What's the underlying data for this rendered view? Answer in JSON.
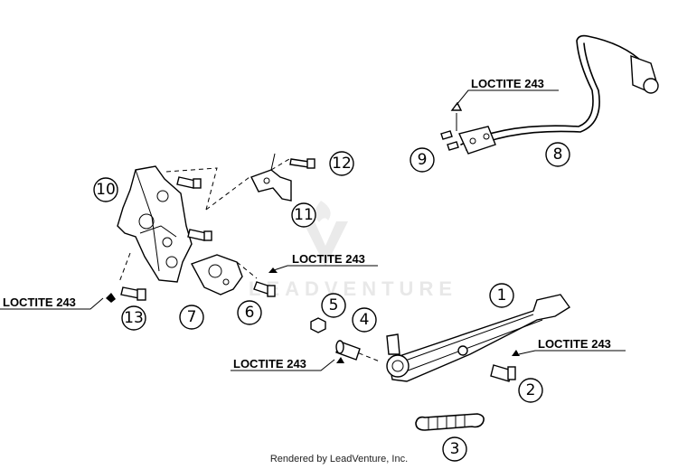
{
  "labels": {
    "loctite_top": "LOCTITE 243",
    "loctite_mid": "LOCTITE 243",
    "loctite_left": "LOCTITE 243",
    "loctite_lower": "LOCTITE 243",
    "loctite_right": "LOCTITE 243"
  },
  "part_numbers": {
    "p1": "1",
    "p2": "2",
    "p3": "3",
    "p4": "4",
    "p5": "5",
    "p6": "6",
    "p7": "7",
    "p8": "8",
    "p9": "9",
    "p10": "10",
    "p11": "11",
    "p12": "12",
    "p13": "13"
  },
  "watermark": "LEADVENTURE",
  "footer": "Rendered by LeadVenture, Inc."
}
